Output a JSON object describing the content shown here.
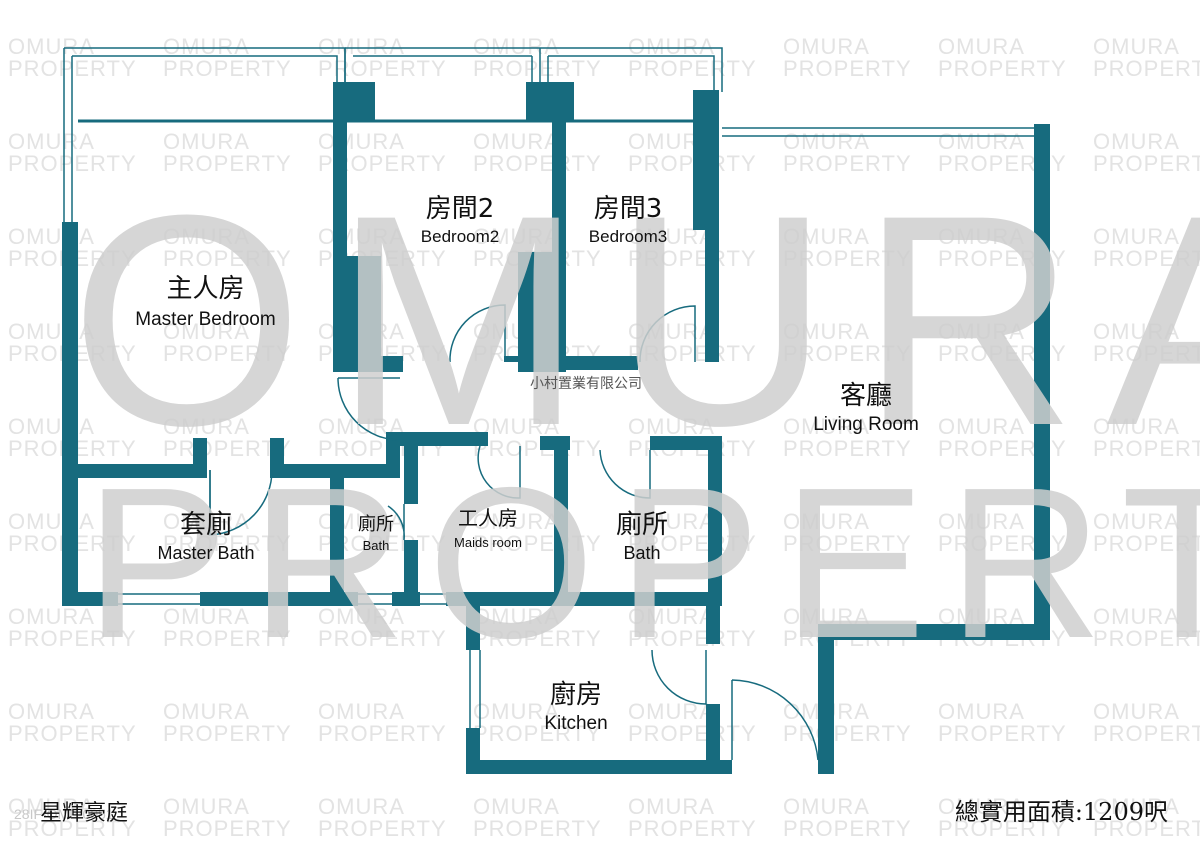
{
  "watermark": {
    "line1": "OMURA",
    "line2": "PROPERTY",
    "big_line1": "OMURA",
    "big_line2": "PROPERTY"
  },
  "company_name": "小村置業有限公司",
  "estate_name": "星輝豪庭",
  "listing_code": "28IF-OMF-0051",
  "total_area": "總實用面積:1209呎",
  "colors": {
    "wall": "#176b7e",
    "window": "#176b7e",
    "text": "#111111",
    "watermark": "#cfcfcf"
  },
  "rooms": {
    "master_bedroom": {
      "zh": "主人房",
      "en": "Master Bedroom"
    },
    "bedroom2": {
      "zh": "房間2",
      "en": "Bedroom2"
    },
    "bedroom3": {
      "zh": "房間3",
      "en": "Bedroom3"
    },
    "living_room": {
      "zh": "客廳",
      "en": "Living Room"
    },
    "master_bath": {
      "zh": "套廁",
      "en": "Master Bath"
    },
    "bath_small": {
      "zh": "廁所",
      "en": "Bath"
    },
    "maids_room": {
      "zh": "工人房",
      "en": "Maids room"
    },
    "bath": {
      "zh": "廁所",
      "en": "Bath"
    },
    "kitchen": {
      "zh": "廚房",
      "en": "Kitchen"
    }
  }
}
